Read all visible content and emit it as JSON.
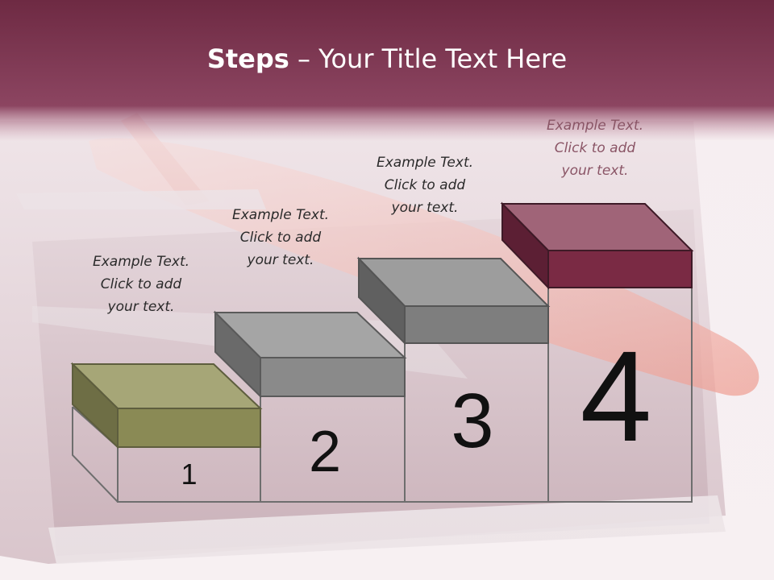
{
  "title": {
    "bold": "Steps",
    "rest": " – Your Title Text Here"
  },
  "steps": [
    {
      "number": "1",
      "lines": [
        "Example Text.",
        "Click  to add",
        "your text."
      ],
      "color": "#8a8a55"
    },
    {
      "number": "2",
      "lines": [
        "Example Text.",
        "Click  to add",
        "your text."
      ],
      "color": "#8a8a8a"
    },
    {
      "number": "3",
      "lines": [
        "Example Text.",
        "Click  to add",
        "your text."
      ],
      "color": "#7e7e7e"
    },
    {
      "number": "4",
      "lines": [
        "Example Text.",
        "Click  to add",
        "your text."
      ],
      "color": "#7a2a44"
    }
  ],
  "colors": {
    "header": "#7a2e48",
    "accent": "#7a2a44"
  }
}
